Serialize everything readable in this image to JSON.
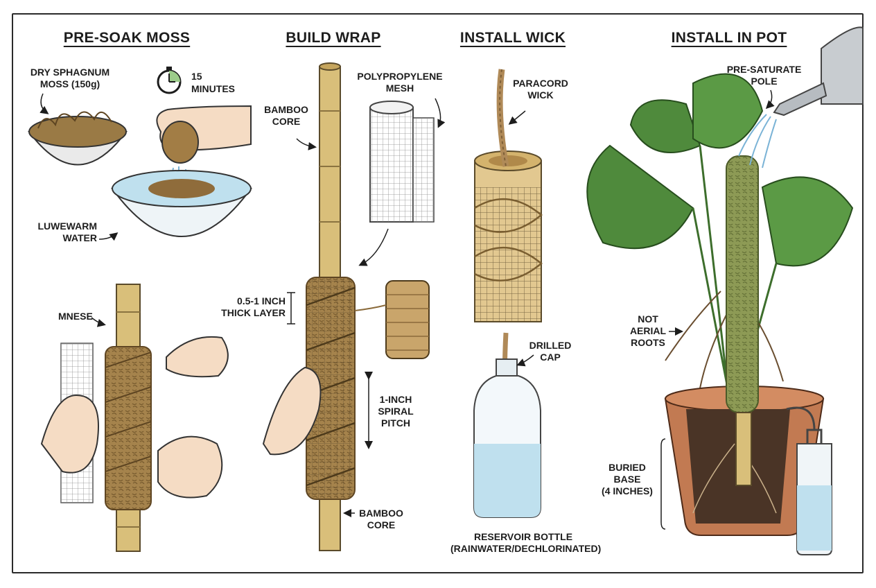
{
  "panels": {
    "pre_soak": {
      "title": "PRE-SOAK MOSS",
      "dry_moss_label": "DRY SPHAGNUM\nMOSS (150g)",
      "timer_value": "15",
      "timer_unit": "MINUTES",
      "water_label": "LUWEWARM\nWATER",
      "mesh_label": "MNESE",
      "icon": "stopwatch-icon"
    },
    "build_wrap": {
      "title": "BUILD WRAP",
      "core_label_top": "BAMBOO\nCORE",
      "mesh_label": "POLYPROPYLENE\nMESH",
      "thickness_label": "0.5-1 INCH\nTHICK LAYER",
      "pitch_label": "1-INCH\nSPIRAL\nPITCH",
      "core_label_bottom": "BAMBOO\nCORE"
    },
    "install_wick": {
      "title": "INSTALL WICK",
      "wick_label": "PARACORD\nWICK",
      "cap_label": "DRILLED\nCAP",
      "bottle_label": "RESERVOIR BOTTLE\n(RAINWATER/DECHLORINATED)"
    },
    "install_pot": {
      "title": "INSTALL IN POT",
      "saturate_label": "PRE-SATURATE\nPOLE",
      "roots_label": "NOT\nAERIAL\nROOTS",
      "base_label": "BURIED\nBASE\n(4 INCHES)"
    }
  },
  "colors": {
    "bamboo": "#d9bf7a",
    "moss": "#9a7a45",
    "leaf": "#4f8a3c",
    "water": "#bfe0ee",
    "pot": "#c27a52",
    "soil": "#4a3426",
    "ink": "#1d1d1d"
  }
}
